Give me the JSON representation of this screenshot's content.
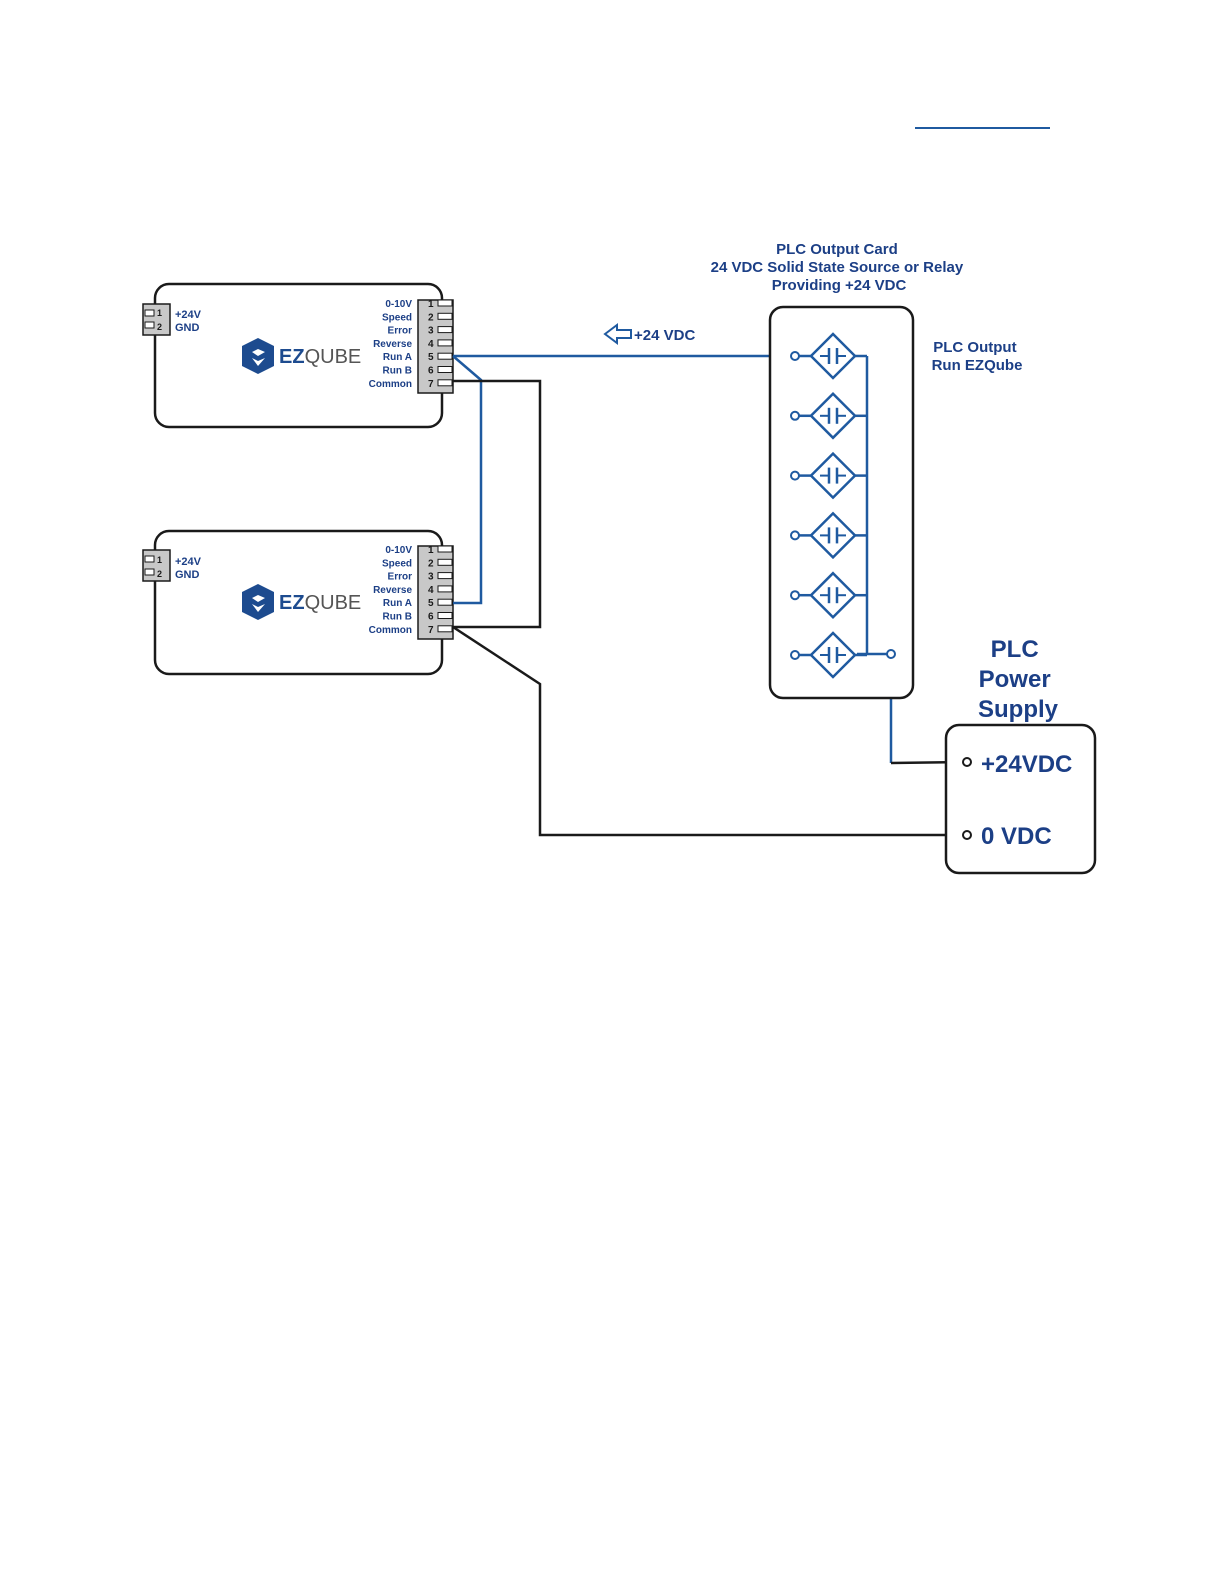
{
  "colors": {
    "wire_blue": "#1f5aa0",
    "wire_black": "#1a1a1a",
    "label_blue": "#1c3f86",
    "logo_blue": "#1d4b8f",
    "logo_gray": "#555555",
    "connector_gray": "#c8c8c8"
  },
  "ezqube_units": [
    {
      "power_pins": [
        "1",
        "2"
      ],
      "power_labels": [
        "+24V",
        "GND"
      ],
      "logo": {
        "bold": "EZ",
        "light": "QUBE"
      },
      "io_labels": [
        "0-10V",
        "Speed",
        "Error",
        "Reverse",
        "Run A",
        "Run B",
        "Common"
      ],
      "io_pins": [
        "1",
        "2",
        "3",
        "4",
        "5",
        "6",
        "7"
      ]
    },
    {
      "power_pins": [
        "1",
        "2"
      ],
      "power_labels": [
        "+24V",
        "GND"
      ],
      "logo": {
        "bold": "EZ",
        "light": "QUBE"
      },
      "io_labels": [
        "0-10V",
        "Speed",
        "Error",
        "Reverse",
        "Run A",
        "Run B",
        "Common"
      ],
      "io_pins": [
        "1",
        "2",
        "3",
        "4",
        "5",
        "6",
        "7"
      ]
    }
  ],
  "plc_card": {
    "title_lines": [
      "PLC Output Card",
      "24 VDC Solid State Source or Relay",
      "Providing +24 VDC"
    ],
    "output_label_lines": [
      "PLC Output",
      "Run EZQube"
    ],
    "signal_label": "+24 VDC",
    "output_count": 6
  },
  "power_supply": {
    "title_lines": [
      "PLC",
      "Power",
      "Supply"
    ],
    "terminals": [
      "+24VDC",
      "0 VDC"
    ]
  }
}
